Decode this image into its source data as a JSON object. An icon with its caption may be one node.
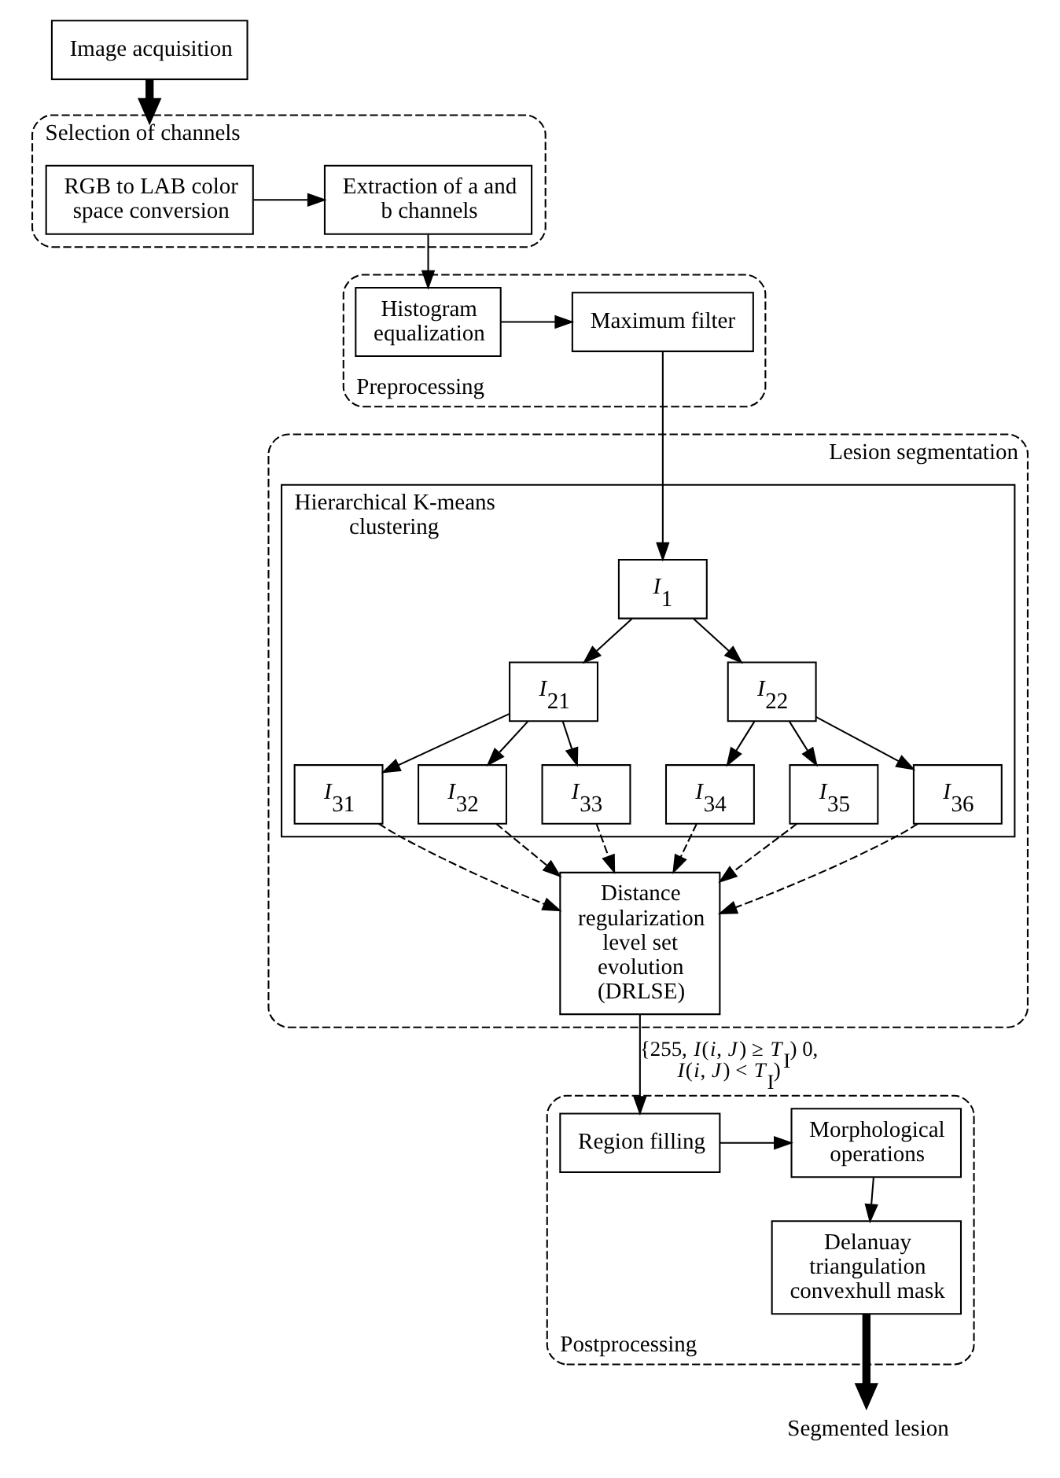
{
  "diagram": {
    "nodes": [
      {
        "text": [
          "Image acquisition"
        ]
      },
      {
        "text": [
          "Selection of channels"
        ]
      },
      {
        "text": [
          "RGB to LAB color space conversion"
        ],
        "in": 1
      },
      {
        "text": [
          "Extraction of a and b channels"
        ],
        "in": 1
      },
      {
        "text": [
          "Preprocessing"
        ]
      },
      {
        "text": [
          "Histogram equalization"
        ],
        "in": 4
      },
      {
        "text": [
          "Maximum filter"
        ],
        "in": 4
      },
      {
        "text": [
          "Lesion segmentation"
        ]
      },
      {
        "text": [
          "Hierarchical K-means clustering"
        ],
        "in": 7
      },
      {
        "text": [
          "*I*$_{1}$"
        ],
        "in": 8
      },
      {
        "text": [
          "*I*$_{21}$"
        ],
        "in": 8
      },
      {
        "text": [
          "*I*$_{22}$"
        ],
        "in": 8
      },
      {
        "text": [
          "*I*$_{31}$"
        ],
        "in": 8
      },
      {
        "text": [
          "*I*$_{32}$"
        ],
        "in": 8
      },
      {
        "text": [
          "*I*$_{33}$"
        ],
        "in": 8
      },
      {
        "text": [
          "*I*$_{34}$"
        ],
        "in": 8
      },
      {
        "text": [
          "*I*$_{35}$"
        ],
        "in": 8
      },
      {
        "text": [
          "*I*$_{36}$"
        ],
        "in": 8
      },
      {
        "text": [
          "Distance regularization level set evolution (DRLSE)"
        ],
        "in": 7
      },
      {
        "text": [
          "Postprocessing"
        ]
      },
      {
        "text": [
          "Region filling"
        ],
        "in": 19
      },
      {
        "text": [
          "Morphological operations"
        ],
        "in": 19
      },
      {
        "text": [
          "Delanuay triangulation convexhull mask"
        ],
        "in": 19
      },
      {
        "text": [
          "Segmented lesion"
        ]
      }
    ],
    "edges": [
      {
        "from": 0,
        "to": 1,
        "arrow": "to",
        "style": "thick"
      },
      {
        "from": 2,
        "to": 3,
        "arrow": "to"
      },
      {
        "from": 3,
        "to": 5,
        "arrow": "to"
      },
      {
        "from": 5,
        "to": 6,
        "arrow": "to"
      },
      {
        "from": 6,
        "to": 9,
        "arrow": "to"
      },
      {
        "from": 9,
        "to": 10,
        "arrow": "to"
      },
      {
        "from": 9,
        "to": 11,
        "arrow": "to"
      },
      {
        "from": 10,
        "to": 12,
        "arrow": "to"
      },
      {
        "from": 10,
        "to": 13,
        "arrow": "to"
      },
      {
        "from": 10,
        "to": 14,
        "arrow": "to"
      },
      {
        "from": 11,
        "to": 15,
        "arrow": "to"
      },
      {
        "from": 11,
        "to": 16,
        "arrow": "to"
      },
      {
        "from": 11,
        "to": 17,
        "arrow": "to"
      },
      {
        "from": 12,
        "to": 18,
        "arrow": "to",
        "style": "dashed"
      },
      {
        "from": 13,
        "to": 18,
        "arrow": "to",
        "style": "dashed"
      },
      {
        "from": 14,
        "to": 18,
        "arrow": "to",
        "style": "dashed"
      },
      {
        "from": 15,
        "to": 18,
        "arrow": "to",
        "style": "dashed"
      },
      {
        "from": 16,
        "to": 18,
        "arrow": "to",
        "style": "dashed"
      },
      {
        "from": 17,
        "to": 18,
        "arrow": "to",
        "style": "dashed"
      },
      {
        "from": 18,
        "to": 20,
        "arrow": "to",
        "label": "{255, *I*(*i*, *J*) ≥ *T*$_{I}$) 0, *I*(*i*, *J*) < *T*$_{I}$)"
      },
      {
        "from": 20,
        "to": 21,
        "arrow": "to"
      },
      {
        "from": 21,
        "to": 22,
        "arrow": "to"
      },
      {
        "from": 22,
        "to": 23,
        "arrow": "to",
        "style": "thick"
      }
    ]
  }
}
